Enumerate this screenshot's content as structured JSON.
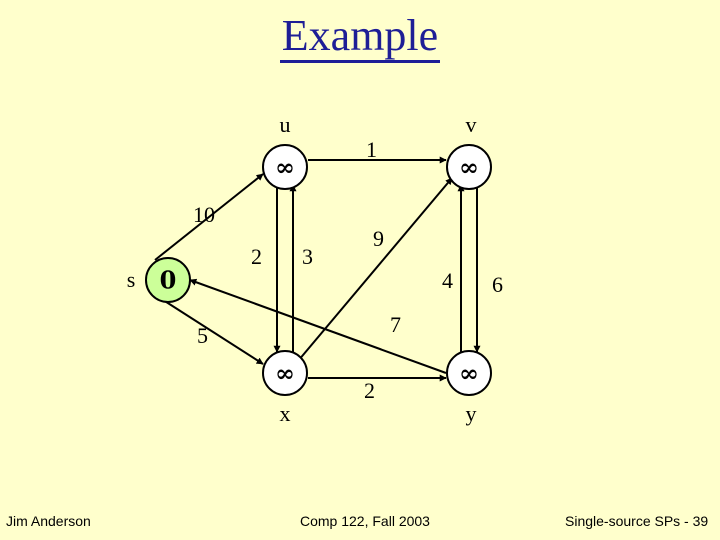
{
  "title": "Example",
  "nodes": {
    "u": {
      "label": "u",
      "distance": "∞",
      "fill": "#FFFFFF"
    },
    "v": {
      "label": "v",
      "distance": "∞",
      "fill": "#FFFFFF"
    },
    "s": {
      "label": "s",
      "distance": "0",
      "fill": "#CCFF99"
    },
    "x": {
      "label": "x",
      "distance": "∞",
      "fill": "#FFFFFF"
    },
    "y": {
      "label": "y",
      "distance": "∞",
      "fill": "#FFFFFF"
    }
  },
  "edges": {
    "s_u": "10",
    "u_v": "1",
    "u_x": "2",
    "x_u": "3",
    "x_v": "9",
    "y_v": "4",
    "v_y": "6",
    "s_y": "7",
    "s_x": "5",
    "x_y": "2"
  },
  "footer": {
    "author": "Jim Anderson",
    "course": "Comp 122, Fall 2003",
    "slide": "Single-source SPs - 39"
  }
}
